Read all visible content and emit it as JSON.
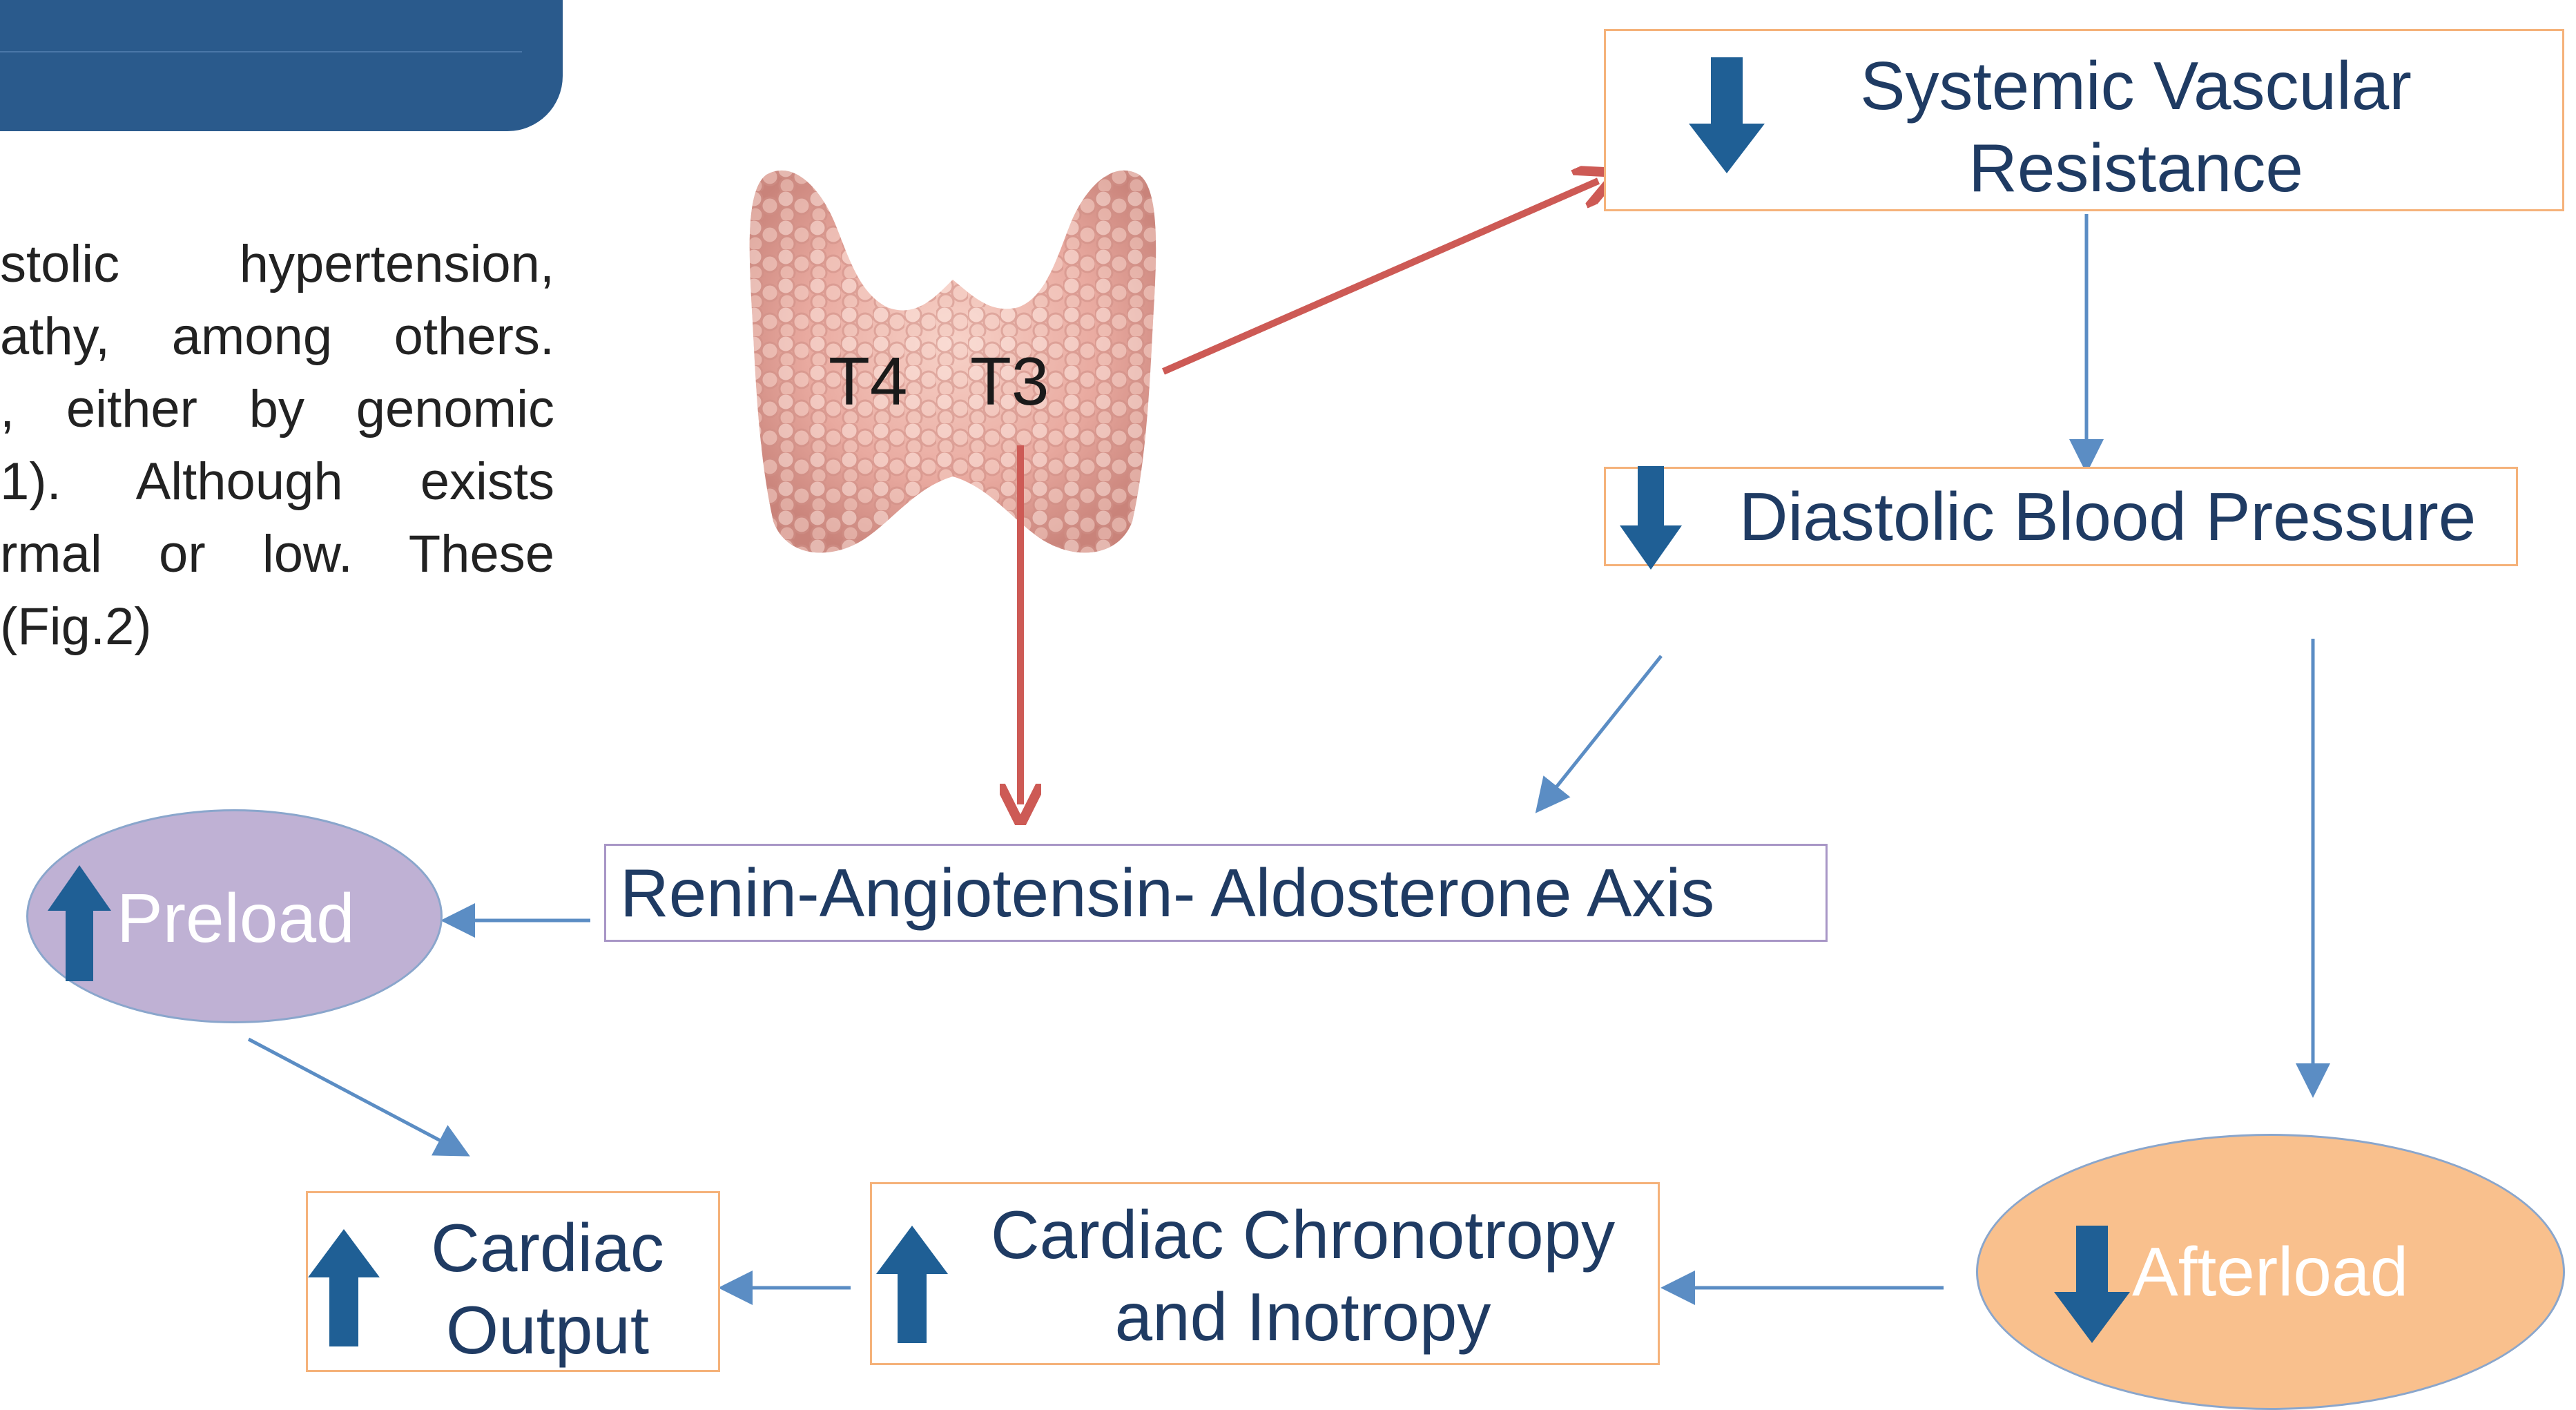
{
  "colors": {
    "banner": "#2a5a8c",
    "box_text": "#1f3b63",
    "thyroid_arrow": "#cd5a55",
    "flow_arrow": "#5b8dc4",
    "indicator_arrow": "#1f5f95",
    "preload_fill": "#bfb1d4",
    "afterload_fill": "#f9c08d"
  },
  "body_text": {
    "line1": "stolic hypertension,",
    "line2": "athy, among others.",
    "line3": ", either by genomic",
    "line4": "1). Although exists",
    "line5": "rmal or low. These",
    "line6": "(Fig.2)"
  },
  "thyroid": {
    "image": "thyroid-gland",
    "t4": "T4",
    "t3": "T3"
  },
  "nodes": {
    "svr": {
      "label_1": "Systemic Vascular",
      "label_2": "Resistance",
      "direction": "down"
    },
    "dbp": {
      "label": "Diastolic Blood Pressure",
      "direction": "down"
    },
    "raas": {
      "label": "Renin-Angiotensin- Aldosterone Axis"
    },
    "preload": {
      "label": "Preload",
      "direction": "up"
    },
    "afterload": {
      "label": "Afterload",
      "direction": "down"
    },
    "cco": {
      "label_1": "Cardiac Chronotropy",
      "label_2": "and Inotropy",
      "direction": "up"
    },
    "co": {
      "label_1": "Cardiac",
      "label_2": "Output",
      "direction": "up"
    }
  }
}
